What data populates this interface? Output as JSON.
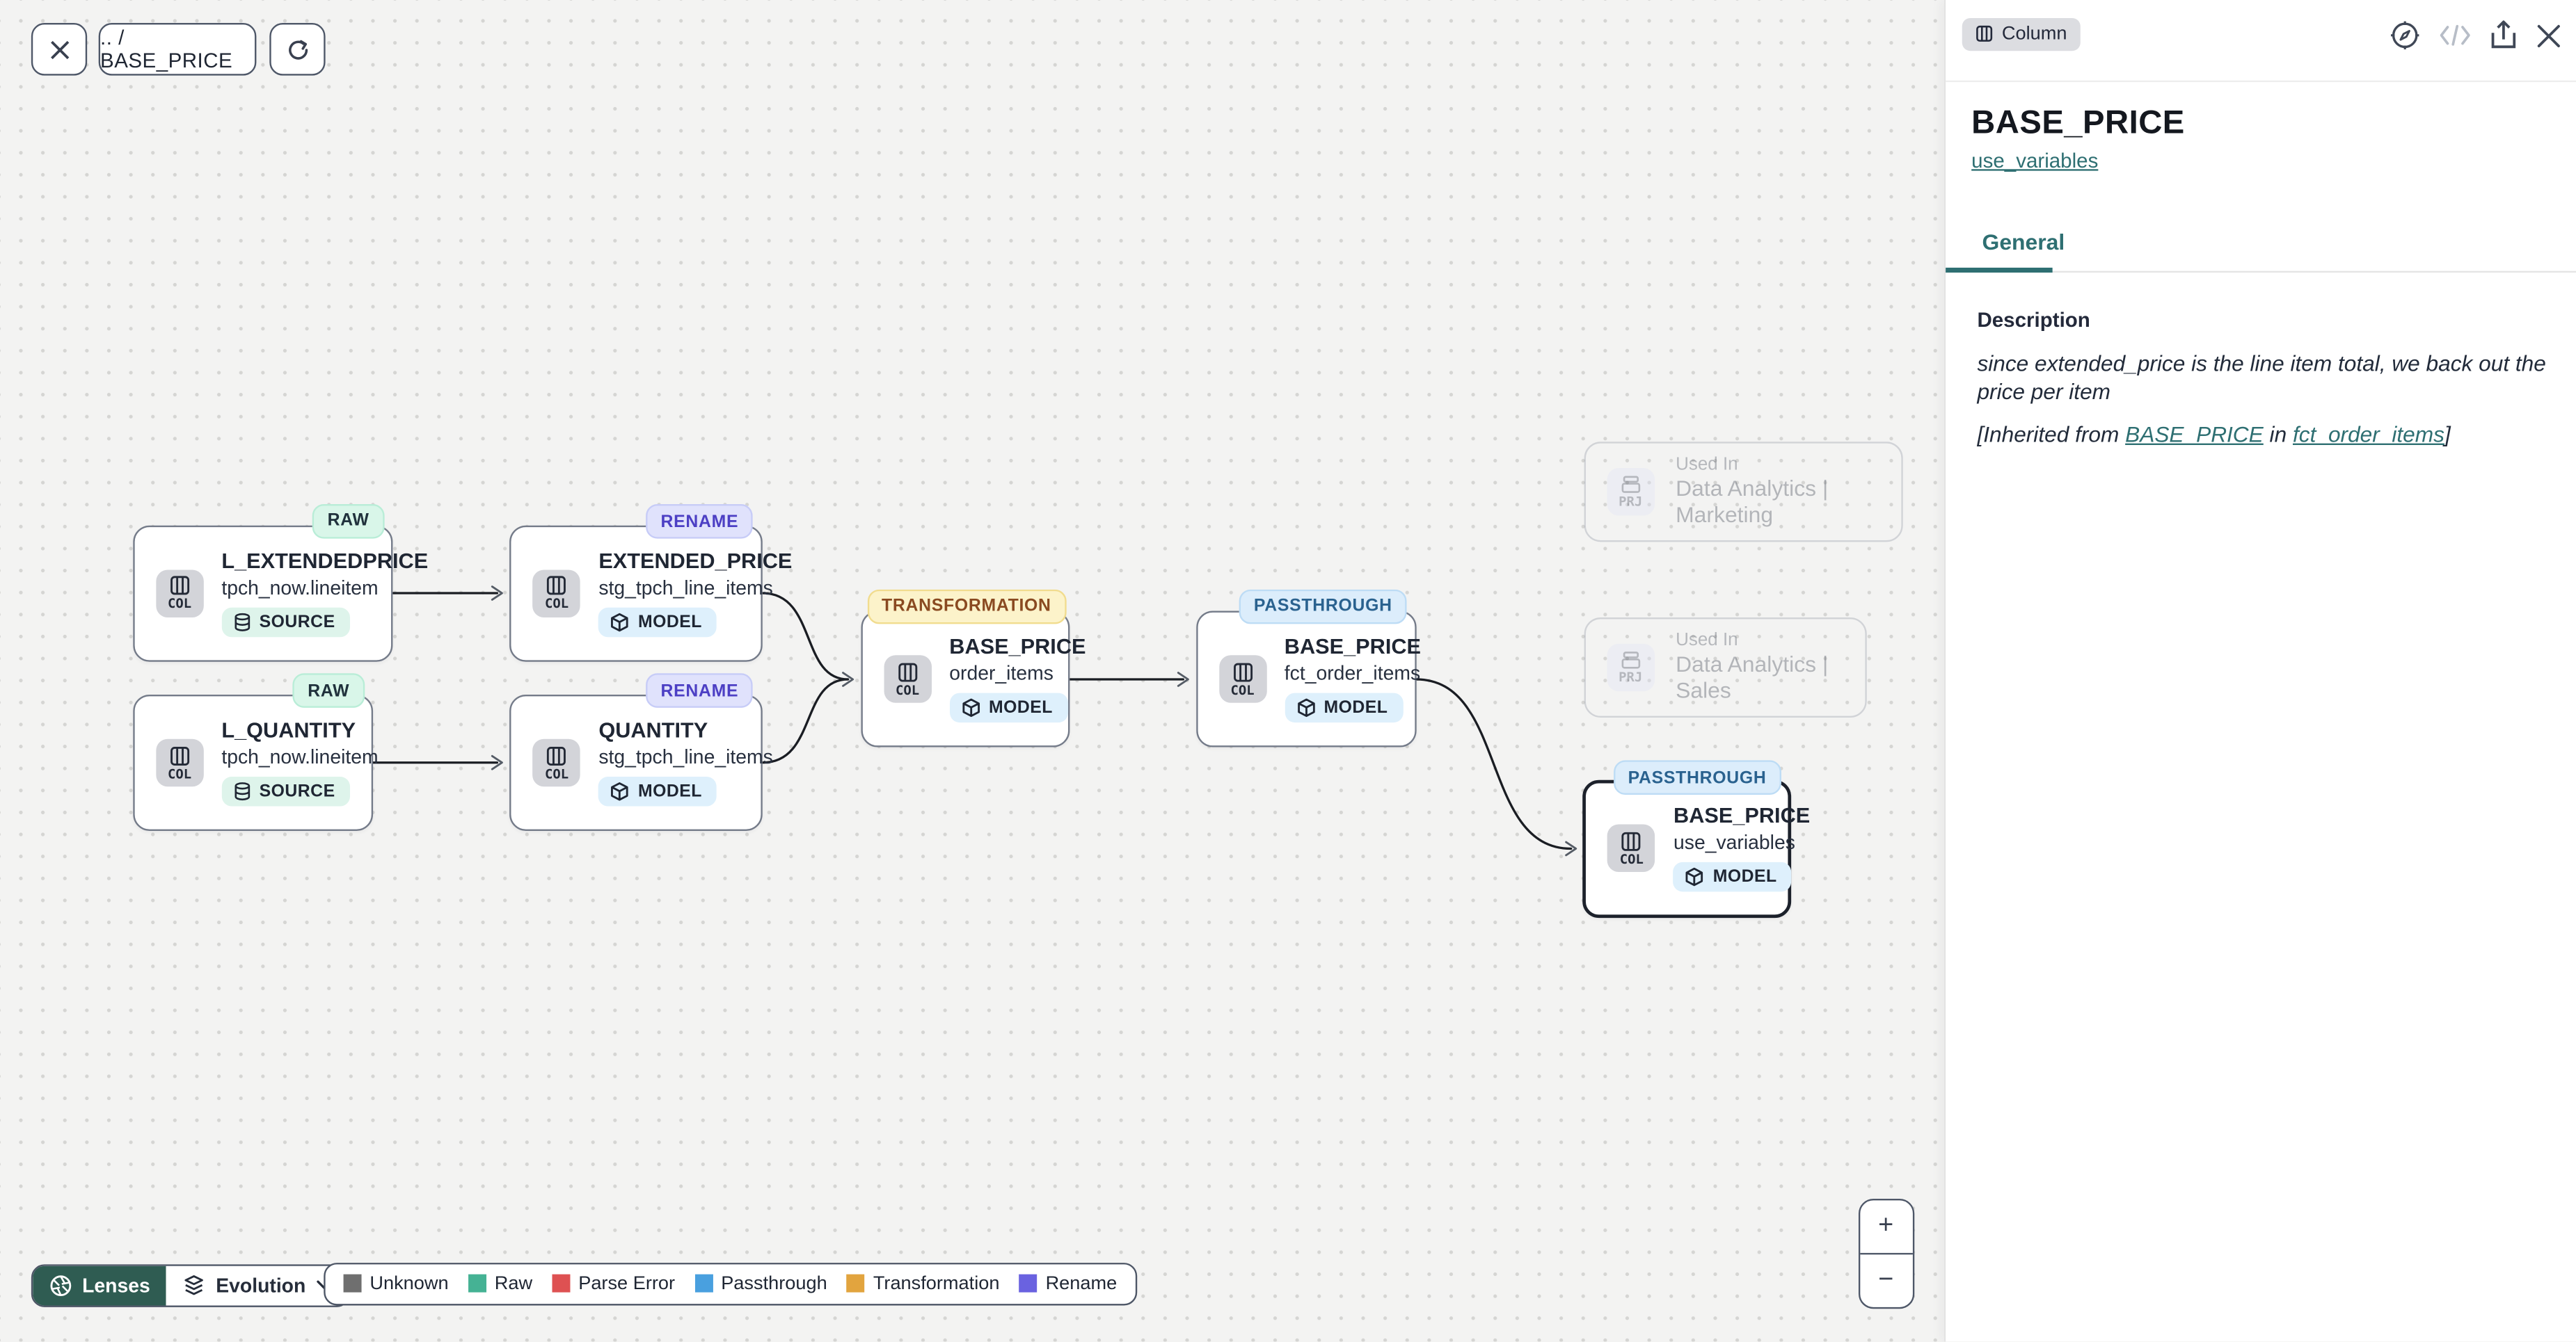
{
  "toolbar": {
    "breadcrumb": ".. / BASE_PRICE"
  },
  "canvas": {
    "nodes": [
      {
        "title": "L_EXTENDEDPRICE",
        "subtitle": "tpch_now.lineitem",
        "badge": "RAW",
        "chip": "SOURCE",
        "icon_label": "COL"
      },
      {
        "title": "EXTENDED_PRICE",
        "subtitle": "stg_tpch_line_items",
        "badge": "RENAME",
        "chip": "MODEL",
        "icon_label": "COL"
      },
      {
        "title": "L_QUANTITY",
        "subtitle": "tpch_now.lineitem",
        "badge": "RAW",
        "chip": "SOURCE",
        "icon_label": "COL"
      },
      {
        "title": "QUANTITY",
        "subtitle": "stg_tpch_line_items",
        "badge": "RENAME",
        "chip": "MODEL",
        "icon_label": "COL"
      },
      {
        "title": "BASE_PRICE",
        "subtitle": "order_items",
        "badge": "TRANSFORMATION",
        "chip": "MODEL",
        "icon_label": "COL"
      },
      {
        "title": "BASE_PRICE",
        "subtitle": "fct_order_items",
        "badge": "PASSTHROUGH",
        "chip": "MODEL",
        "icon_label": "COL"
      },
      {
        "title": "BASE_PRICE",
        "subtitle": "use_variables",
        "badge": "PASSTHROUGH",
        "chip": "MODEL",
        "icon_label": "COL",
        "selected": true
      }
    ],
    "used_in": [
      {
        "label": "Used In",
        "name": "Data Analytics | Marketing",
        "icon_label": "PRJ"
      },
      {
        "label": "Used In",
        "name": "Data Analytics | Sales",
        "icon_label": "PRJ"
      }
    ]
  },
  "controls": {
    "lenses_label": "Lenses",
    "evolution_label": "Evolution",
    "zoom_in": "+",
    "zoom_out": "−"
  },
  "legend": {
    "items": [
      {
        "label": "Unknown",
        "color": "#6f6f6f",
        "swatch_style": "background:#6f6f6f"
      },
      {
        "label": "Raw",
        "color": "#45b294",
        "swatch_style": "background:#45b294"
      },
      {
        "label": "Parse Error",
        "color": "#de5152",
        "swatch_style": "background:#de5152"
      },
      {
        "label": "Passthrough",
        "color": "#49a0df",
        "swatch_style": "background:#49a0df"
      },
      {
        "label": "Transformation",
        "color": "#e2a43e",
        "swatch_style": "background:#e2a43e"
      },
      {
        "label": "Rename",
        "color": "#6a62e0",
        "swatch_style": "background:#6a62e0"
      }
    ]
  },
  "panel": {
    "type_chip": "Column",
    "title": "BASE_PRICE",
    "model_link": "use_variables",
    "tab_general": "General",
    "description_heading": "Description",
    "description_text": "since extended_price is the line item total, we back out the price per item",
    "inherited_prefix": "[Inherited from ",
    "inherited_link_column": "BASE_PRICE",
    "inherited_mid": " in ",
    "inherited_link_model": "fct_order_items",
    "inherited_suffix": "]"
  },
  "colors": {
    "accent_teal": "#2e6f72",
    "lenses_bg": "#2f5c52",
    "badge_raw_bg": "#d9f6e9",
    "badge_rename_bg": "#e0e2fc",
    "badge_rename_text": "#4c3fc4",
    "badge_transformation_bg": "#fcf3ca",
    "badge_transformation_text": "#8a4a21",
    "badge_passthrough_bg": "#dcedfb",
    "badge_passthrough_text": "#2a628f",
    "chip_source_bg": "#def4eb",
    "chip_model_bg": "#def0fc",
    "canvas_bg": "#f3f3f2",
    "node_border": "#747b89",
    "selected_border": "#1c212b"
  }
}
